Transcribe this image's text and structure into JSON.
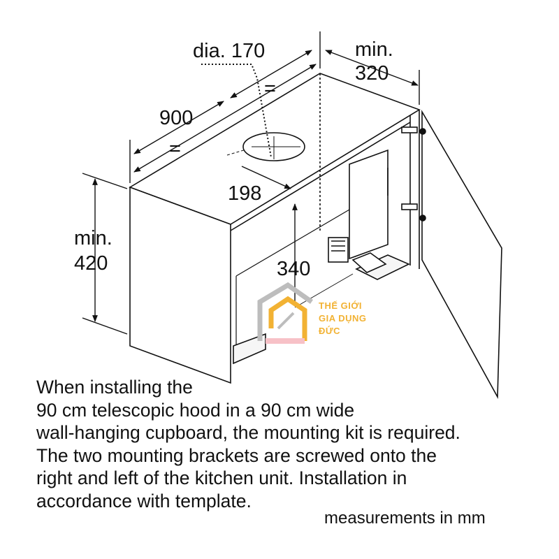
{
  "dimensions": {
    "dia_label": "dia. 170",
    "width_label": "900",
    "depth_min_line1": "min.",
    "depth_min_line2": "320",
    "height_min_line1": "min.",
    "height_min_line2": "420",
    "hole_offset_label": "198",
    "inner_depth_label": "340",
    "equal_left": "=",
    "equal_right": "="
  },
  "logo": {
    "line1": "THẾ GIỚI",
    "line2": "GIA DỤNG",
    "line3": "ĐỨC",
    "colors": {
      "gray": "#bdbdbd",
      "yellow": "#f2b233",
      "pink": "#f7c1c7"
    }
  },
  "note": {
    "lines": [
      "When installing the",
      "90 cm telescopic hood in a 90 cm wide",
      "wall-hanging cupboard, the mounting kit is required.",
      "The two mounting brackets are screwed onto the",
      "right and left of the kitchen unit. Installation in",
      "accordance with template."
    ]
  },
  "units_note": "measurements in mm"
}
